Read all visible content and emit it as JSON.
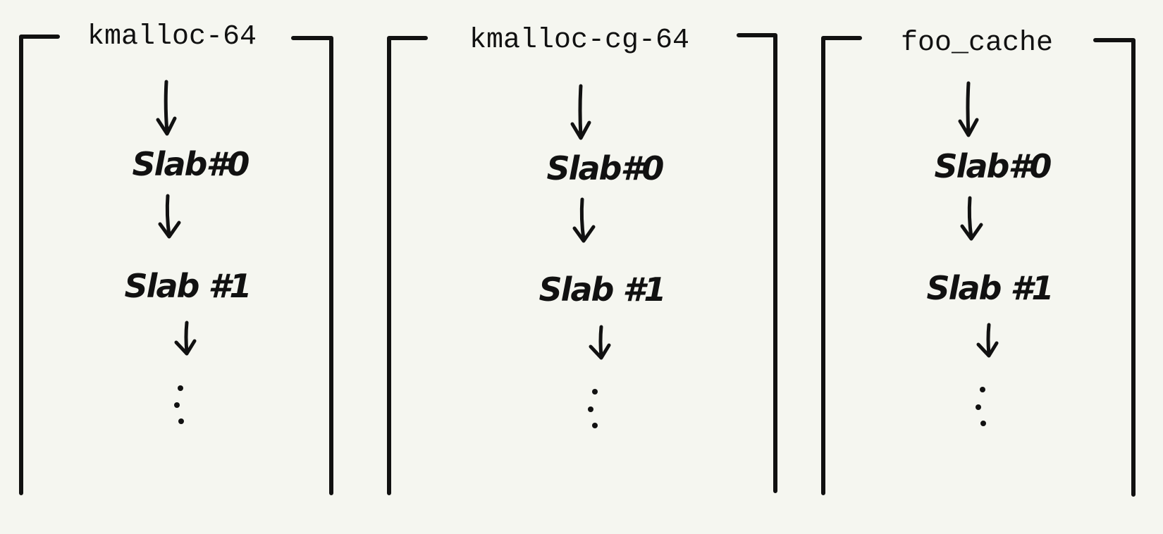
{
  "caches": [
    {
      "name": "kmalloc-64",
      "slabs": [
        "Slab#0",
        "Slab #1"
      ]
    },
    {
      "name": "kmalloc-cg-64",
      "slabs": [
        "Slab#0",
        "Slab #1"
      ]
    },
    {
      "name": "foo_cache",
      "slabs": [
        "Slab#0",
        "Slab #1"
      ]
    }
  ],
  "colors": {
    "background": "#f5f6f0",
    "ink": "#111111"
  }
}
